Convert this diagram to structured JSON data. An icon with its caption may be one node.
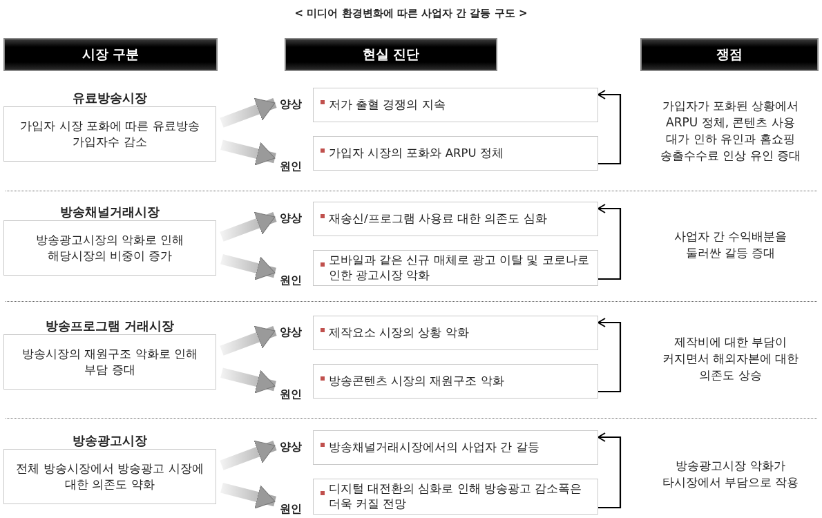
{
  "diagram": {
    "title": "< 미디어 환경변화에 따른 사업자 간 갈등 구도 >",
    "nodes": [
      {
        "text": [
          "시장 구분"
        ]
      },
      {
        "text": [
          "현실 진단"
        ]
      },
      {
        "text": [
          "쟁점"
        ]
      },
      {
        "text": [
          "유료방송시장",
          "가입자 시장 포화에 따른 유료방송 가입자수 감소"
        ]
      },
      {
        "text": [
          "저가 출혈 경쟁의 지속"
        ],
        "beside": [
          "양상"
        ]
      },
      {
        "text": [
          "가입자 시장의 포화와 ARPU 정체"
        ],
        "beside": [
          "원인"
        ]
      },
      {
        "text": [
          "방송채널거래시장",
          "방송광고시장의 악화로 인해 해당시장의 비중이 증가"
        ]
      },
      {
        "text": [
          "재송신/프로그램 사용료 대한 의존도 심화"
        ],
        "beside": [
          "양상"
        ]
      },
      {
        "text": [
          "모바일과 같은 신규 매체로 광고 이탈 및 코로나로 인한 광고시장 악화"
        ],
        "beside": [
          "원인"
        ]
      },
      {
        "text": [
          "방송프로그램 거래시장",
          "방송시장의 재원구조 악화로 인해 부담 증대"
        ]
      },
      {
        "text": [
          "제작요소 시장의 상황 악화"
        ],
        "beside": [
          "양상"
        ]
      },
      {
        "text": [
          "방송콘텐츠 시장의 재원구조 악화"
        ],
        "beside": [
          "원인"
        ]
      },
      {
        "text": [
          "방송광고시장",
          "전체 방송시장에서 방송광고 시장에 대한 의존도 약화"
        ]
      },
      {
        "text": [
          "방송채널거래시장에서의 사업자 간 갈등"
        ],
        "beside": [
          "양상"
        ]
      },
      {
        "text": [
          "디지털 대전환의 심화로 인해 방송광고 감소폭은 더욱 커질 전망"
        ],
        "beside": [
          "원인"
        ]
      }
    ],
    "edges": [
      {
        "from": 3,
        "to": 4,
        "arrow": "to",
        "style": "thick"
      },
      {
        "from": 3,
        "to": 5,
        "arrow": "to",
        "style": "thick"
      },
      {
        "from": 5,
        "to": 4,
        "arrow": "to",
        "color": "#000000"
      },
      {
        "from": 6,
        "to": 7,
        "arrow": "to",
        "style": "thick"
      },
      {
        "from": 6,
        "to": 8,
        "arrow": "to",
        "style": "thick"
      },
      {
        "from": 8,
        "to": 7,
        "arrow": "to",
        "color": "#000000"
      },
      {
        "from": 9,
        "to": 10,
        "arrow": "to",
        "style": "thick"
      },
      {
        "from": 9,
        "to": 11,
        "arrow": "to",
        "style": "thick"
      },
      {
        "from": 11,
        "to": 10,
        "arrow": "to",
        "color": "#000000"
      },
      {
        "from": 12,
        "to": 13,
        "arrow": "to",
        "style": "thick"
      },
      {
        "from": 12,
        "to": 14,
        "arrow": "to",
        "style": "thick"
      },
      {
        "from": 14,
        "to": 13,
        "arrow": "to",
        "color": "#000000"
      }
    ],
    "labels": [
      "가입자가 포화된 상황에서 ARPU 정체, 콘텐츠 사용 대가 인하 유인과 홈쇼핑 송출수수료 인상 유인 증대",
      "사업자 간 수익배분을 둘러싼 갈등 증대",
      "제작비에 대한 부담이 커지면서 해외자본에 대한 의존도 상승",
      "방송광고시장 악화가 타시장에서 부담으로 작용"
    ]
  }
}
